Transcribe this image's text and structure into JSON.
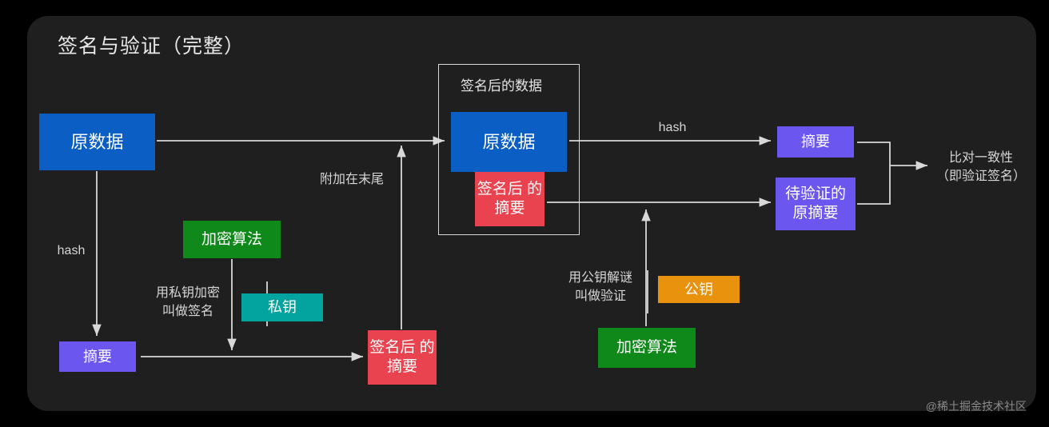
{
  "title": "签名与验证（完整）",
  "watermark": "@稀土掘金技术社区",
  "colors": {
    "background": "#000000",
    "panel": "#1f1f1f",
    "blue": "#0b5fc4",
    "purple": "#6c56f0",
    "green": "#0f8a1a",
    "teal": "#03a3a0",
    "red": "#e8434f",
    "orange": "#e8920e",
    "wire": "#d8d8d8",
    "text": "#e8e8e8"
  },
  "nodes": {
    "original_data_left": {
      "label": "原数据",
      "color": "#0b5fc4"
    },
    "digest_left": {
      "label": "摘要",
      "color": "#6c56f0"
    },
    "encrypt_algo_left": {
      "label": "加密算法",
      "color": "#0f8a1a"
    },
    "private_key": {
      "label": "私钥",
      "color": "#03a3a0"
    },
    "signed_digest_left": {
      "label": "签名后\n的摘要",
      "color": "#e8434f"
    },
    "signed_data_group": {
      "label": "签名后的数据"
    },
    "original_data_center": {
      "label": "原数据",
      "color": "#0b5fc4"
    },
    "signed_digest_center": {
      "label": "签名后\n的摘要",
      "color": "#e8434f"
    },
    "digest_right": {
      "label": "摘要",
      "color": "#6c56f0"
    },
    "original_digest_verify": {
      "label": "待验证的\n原摘要",
      "color": "#6c56f0"
    },
    "public_key": {
      "label": "公钥",
      "color": "#e8920e"
    },
    "encrypt_algo_right": {
      "label": "加密算法",
      "color": "#0f8a1a"
    }
  },
  "edge_labels": {
    "hash_left": "hash",
    "hash_right": "hash",
    "append_tail": "附加在末尾",
    "sign_with_private_key": "用私钥加密\n叫做签名",
    "verify_with_public_key": "用公钥解谜\n叫做验证",
    "compare_result": "比对一致性\n（即验证签名）"
  }
}
